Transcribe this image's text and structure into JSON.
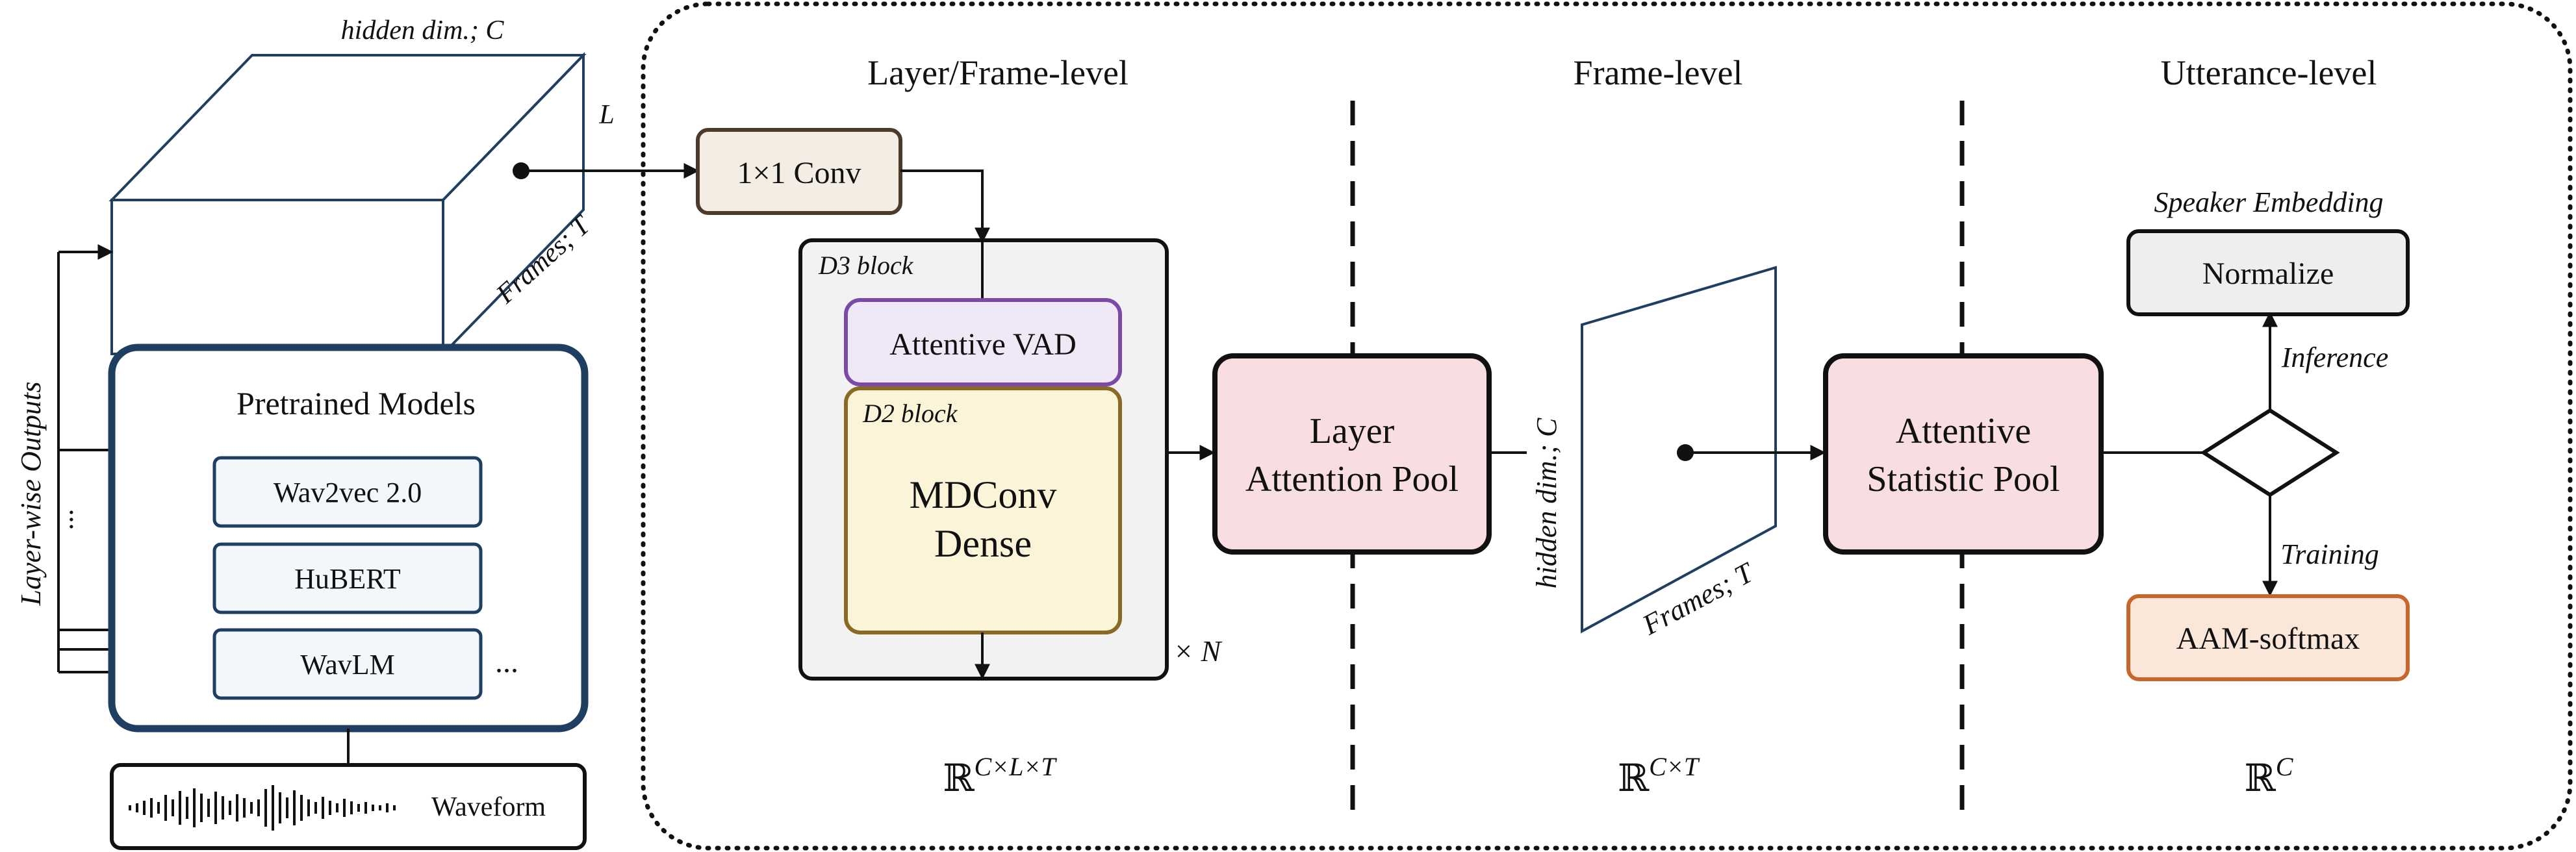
{
  "left": {
    "cube_top_label": "hidden dim.; C",
    "cube_depth_label": "L",
    "cube_frames_label": "Frames; T",
    "layerwise_label": "Layer-wise Outputs",
    "layerwise_dots": "...",
    "pretrained_title": "Pretrained Models",
    "models": [
      "Wav2vec 2.0",
      "HuBERT",
      "WavLM"
    ],
    "models_more": "...",
    "waveform_label": "Waveform"
  },
  "sections": {
    "layer_frame": "Layer/Frame-level",
    "frame": "Frame-level",
    "utterance": "Utterance-level"
  },
  "layer_frame": {
    "conv_label": "1×1 Conv",
    "d3_label": "D3 block",
    "vad_label": "Attentive VAD",
    "d2_label": "D2 block",
    "mdconv_line1": "MDConv",
    "mdconv_line2": "Dense",
    "repeat_label": "× N",
    "layer_pool_line1": "Layer",
    "layer_pool_line2": "Attention Pool",
    "shape_label": "ℝ^{C×L×T}"
  },
  "frame": {
    "plane_vertical_label": "hidden dim.; C",
    "plane_frames_label": "Frames; T",
    "stat_pool_line1": "Attentive",
    "stat_pool_line2": "Statistic Pool",
    "shape_label": "ℝ^{C×T}"
  },
  "utterance": {
    "speaker_embedding_label": "Speaker Embedding",
    "normalize_label": "Normalize",
    "inference_label": "Inference",
    "training_label": "Training",
    "aam_label": "AAM-softmax",
    "shape_label": "ℝ^C"
  },
  "colors": {
    "navy_border": "#1f3f62",
    "model_fill": "#f3f7fb",
    "conv_fill": "#f4ede3",
    "conv_border": "#4a3b2c",
    "d3_fill": "#f2f2f2",
    "vad_fill": "#efe8f6",
    "vad_border": "#7b4aa8",
    "d2_fill": "#fcf4d8",
    "d2_border": "#8a6a22",
    "pool_fill": "#f8dde1",
    "normalize_fill": "#eeeeee",
    "aam_fill": "#fbe7da",
    "aam_border": "#c8652a"
  }
}
